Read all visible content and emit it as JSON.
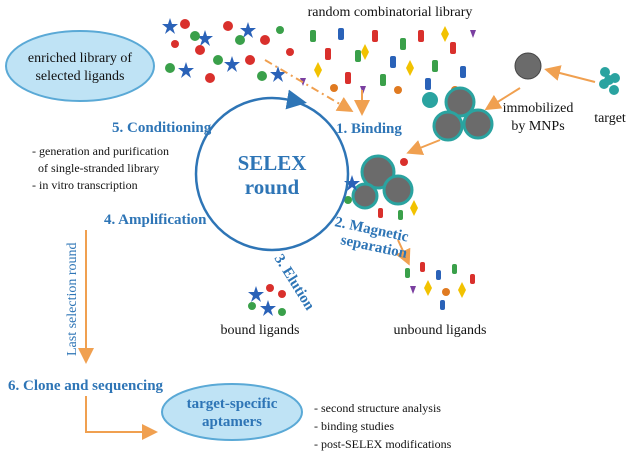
{
  "colors": {
    "step_blue": "#2e75b6",
    "arrow_orange": "#f0a050",
    "oval_fill": "#bfe3f5",
    "oval_stroke": "#5aa9d6",
    "mnp_grey": "#6b6b6b",
    "target_teal": "#2aa3a0"
  },
  "center": {
    "line1": "SELEX",
    "line2": "round"
  },
  "library": {
    "random": "random combinatorial library",
    "enriched_line1": "enriched library of",
    "enriched_line2": "selected ligands"
  },
  "immobilized": {
    "line1": "immobilized",
    "line2": "by MNPs"
  },
  "target_label": "target",
  "steps": {
    "binding": "1. Binding",
    "separation_line1": "2. Magnetic",
    "separation_line2": "separation",
    "elution": "3. Elution",
    "amplification": "4. Amplification",
    "conditioning": "5. Conditioning",
    "clone": "6. Clone and sequencing"
  },
  "conditioning_notes": [
    "- generation and purification",
    "  of single-stranded library",
    "- in vitro transcription"
  ],
  "bound_ligands": "bound ligands",
  "unbound_ligands": "unbound ligands",
  "last_round": "Last selection round",
  "aptamers": {
    "line1": "target-specific",
    "line2": "aptamers"
  },
  "aptamer_notes": [
    "- second structure analysis",
    "- binding studies",
    "- post-SELEX modifications"
  ]
}
